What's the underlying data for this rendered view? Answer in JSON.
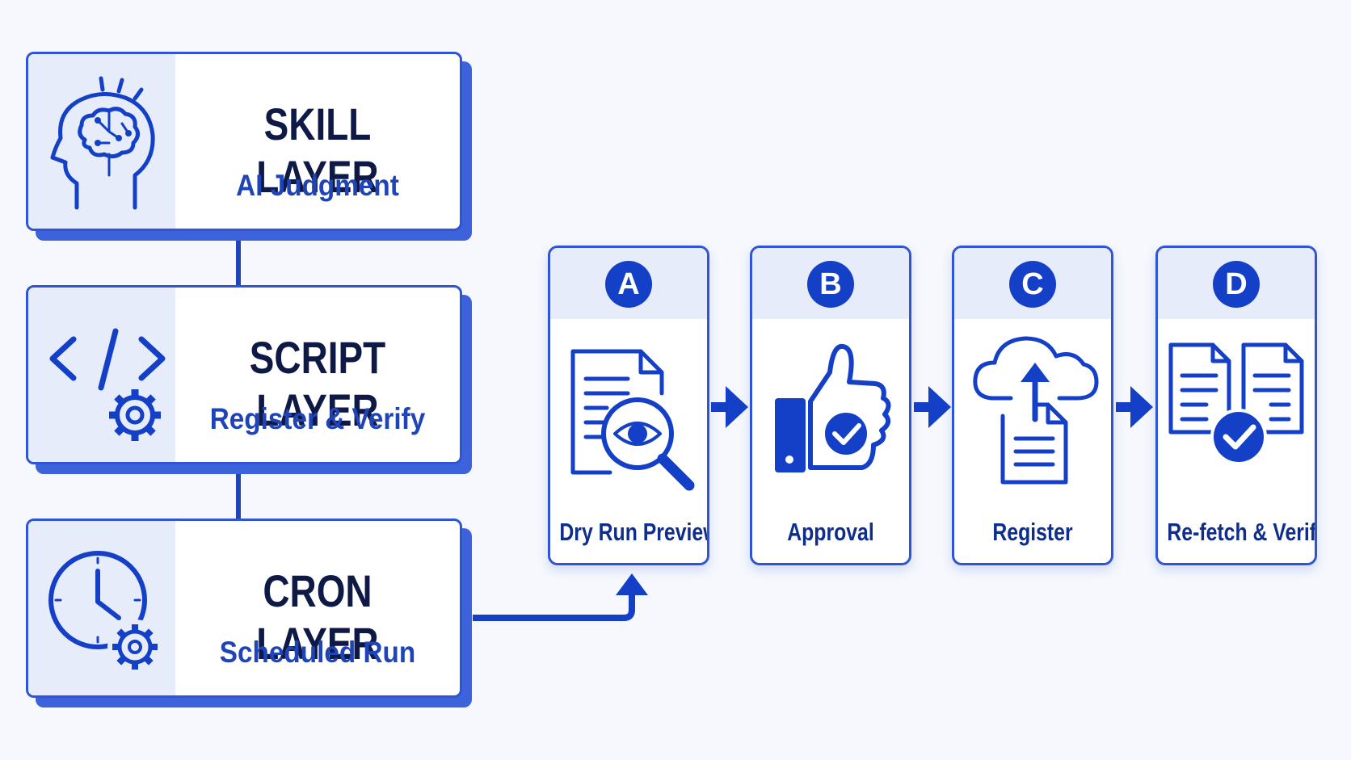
{
  "layers": [
    {
      "title": "SKILL LAYER",
      "subtitle": "AI Judgment",
      "icon": "brain-head-icon"
    },
    {
      "title": "SCRIPT LAYER",
      "subtitle": "Register & Verify",
      "icon": "code-gear-icon"
    },
    {
      "title": "CRON LAYER",
      "subtitle": "Scheduled Run",
      "icon": "clock-gear-icon"
    }
  ],
  "steps": [
    {
      "letter": "A",
      "label": "Dry Run Preview",
      "icon": "document-magnifier-eye-icon"
    },
    {
      "letter": "B",
      "label": "Approval",
      "icon": "thumbs-up-check-icon"
    },
    {
      "letter": "C",
      "label": "Register",
      "icon": "cloud-upload-document-icon"
    },
    {
      "letter": "D",
      "label": "Re-fetch & Verify",
      "icon": "documents-check-icon"
    }
  ],
  "colors": {
    "accent": "#1440c8",
    "border": "#2f55d4",
    "panel": "#e6ecfa",
    "title_text": "#0e1a45",
    "subtitle_text": "#1e44b8",
    "background": "#f6f8fd"
  }
}
